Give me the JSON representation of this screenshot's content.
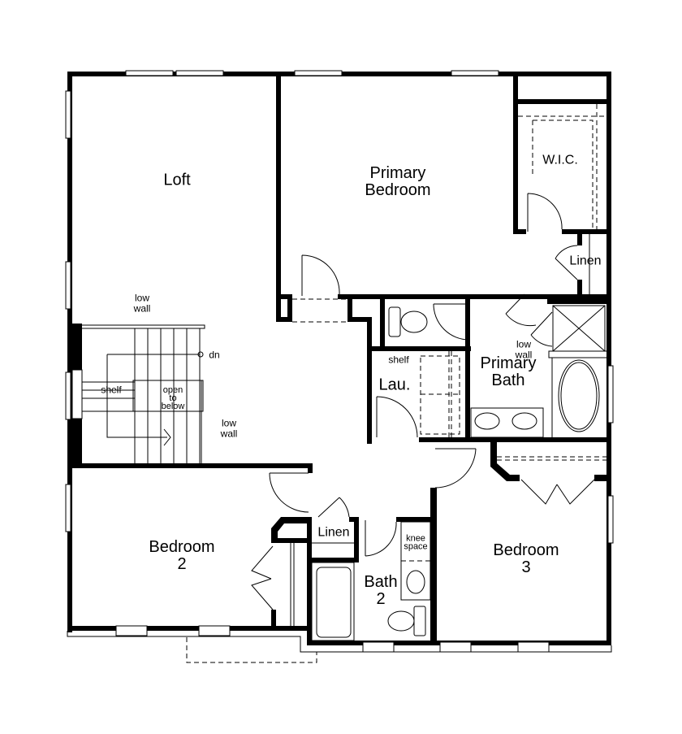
{
  "plan": {
    "background": "#ffffff",
    "wall_color": "#000000",
    "rooms": [
      {
        "id": "loft",
        "name": "Loft"
      },
      {
        "id": "primary-bedroom",
        "line1": "Primary",
        "line2": "Bedroom"
      },
      {
        "id": "wic",
        "name": "W.I.C."
      },
      {
        "id": "linen-primary",
        "name": "Linen"
      },
      {
        "id": "primary-bath",
        "line1": "Primary",
        "line2": "Bath"
      },
      {
        "id": "laundry",
        "name": "Lau."
      },
      {
        "id": "bedroom-2",
        "line1": "Bedroom",
        "line2": "2"
      },
      {
        "id": "linen-hall",
        "name": "Linen"
      },
      {
        "id": "bath-2",
        "line1": "Bath",
        "line2": "2"
      },
      {
        "id": "bedroom-3",
        "line1": "Bedroom",
        "line2": "3"
      }
    ],
    "annotations": {
      "stair_low_wall_top": {
        "line1": "low",
        "line2": "wall"
      },
      "stair_dn": "dn",
      "stair_shelf": "shelf",
      "open_to_below": {
        "line1": "open",
        "line2": "to",
        "line3": "below"
      },
      "stair_low_wall_side": {
        "line1": "low",
        "line2": "wall"
      },
      "laundry_shelf": "shelf",
      "bath_low_wall": {
        "line1": "low",
        "line2": "wall"
      },
      "knee_space": {
        "line1": "knee",
        "line2": "space"
      }
    }
  }
}
